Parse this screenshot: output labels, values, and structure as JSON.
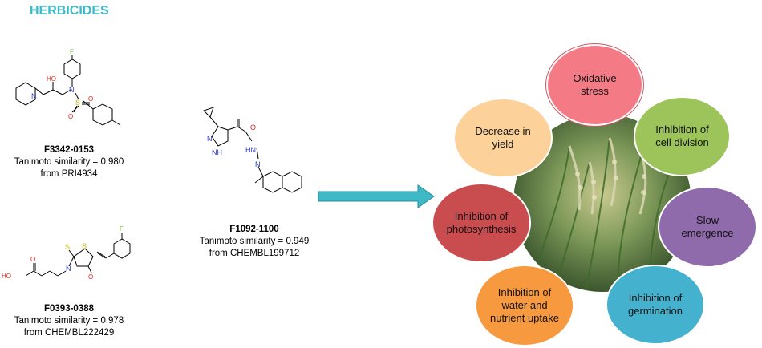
{
  "header": {
    "title": "HERBICIDES"
  },
  "compounds": [
    {
      "id": "F3342-0153",
      "similarity": "Tanimoto similarity = 0.980",
      "source": "from PRI4934"
    },
    {
      "id": "F0393-0388",
      "similarity": "Tanimoto similarity = 0.978",
      "source": "from CHEMBL222429"
    },
    {
      "id": "F1092-1100",
      "similarity": "Tanimoto similarity = 0.949",
      "source": "from CHEMBL199712"
    }
  ],
  "atoms": {
    "m1": {
      "F": "F",
      "HO": "HO",
      "N": "N",
      "N2": "N",
      "S": "S",
      "O1": "O",
      "O2": "O"
    },
    "m2": {
      "F": "F",
      "S1": "S",
      "S2": "S",
      "N": "N",
      "O": "O",
      "HO": "HO",
      "O2": "O"
    },
    "m3": {
      "N1": "N",
      "NH": "NH",
      "HN": "HN",
      "N3": "N",
      "O": "O"
    }
  },
  "effects": {
    "oxidative": "Oxidative stress",
    "cell_division": "Inhibition of cell division",
    "slow": "Slow emergence",
    "germination": "Inhibition of germination",
    "water": "Inhibition of water and nutrient uptake",
    "photosynthesis": "Inhibition of photosynthesis",
    "yield": "Decrease in yield"
  },
  "colors": {
    "title": "#3fb9c6",
    "arrow": "#3fb9c6",
    "oxidative": "#f47a86",
    "cell_division": "#9cc45b",
    "slow": "#8f6bab",
    "germination": "#44b2cf",
    "water": "#f7993f",
    "photosynthesis": "#c94c4f",
    "yield": "#fcd19a",
    "nitrogen": "#2a36c8",
    "oxygen": "#e0201c",
    "fluorine": "#7ac143",
    "sulfur": "#c8b400"
  }
}
